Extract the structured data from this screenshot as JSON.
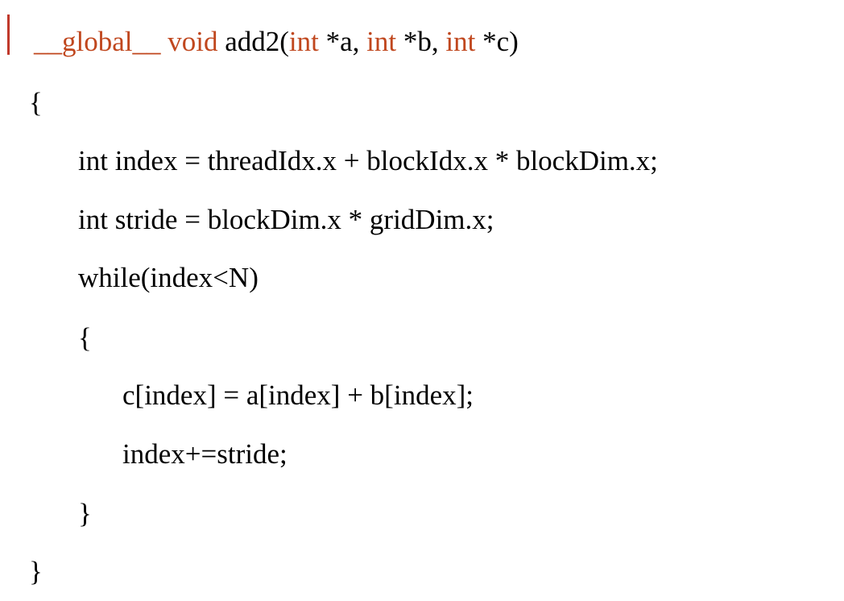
{
  "colors": {
    "keyword": "#c0471e",
    "text": "#000000",
    "accent_bar": "#c0392b"
  },
  "code": {
    "line1": {
      "global": "__global__",
      "space1": " ",
      "void": "void",
      "fn": " add2(",
      "int1": "int",
      "a": " *a, ",
      "int2": "int",
      "b": " *b, ",
      "int3": "int",
      "c": " *c)"
    },
    "line2": "{",
    "line3": "int index = threadIdx.x + blockIdx.x * blockDim.x;",
    "line4": "int stride = blockDim.x * gridDim.x;",
    "line5": "while(index<N)",
    "line6": "{",
    "line7": "c[index] = a[index] + b[index];",
    "line8": "index+=stride;",
    "line9": "}",
    "line10": "}"
  }
}
